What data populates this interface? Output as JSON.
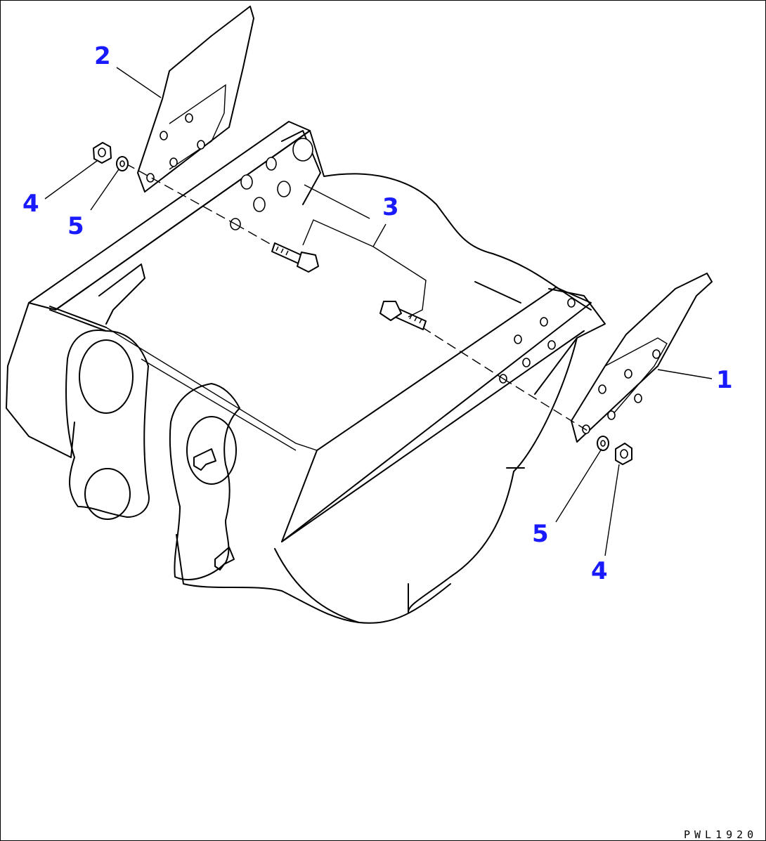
{
  "callouts": {
    "c1": "1",
    "c2": "2",
    "c3": "3",
    "c4_left": "4",
    "c5_left": "5",
    "c5_right": "5",
    "c4_right": "4"
  },
  "drawing_code": "PWL1920",
  "colors": {
    "callout": "#1a1aff",
    "line": "#000000",
    "background": "#ffffff"
  }
}
